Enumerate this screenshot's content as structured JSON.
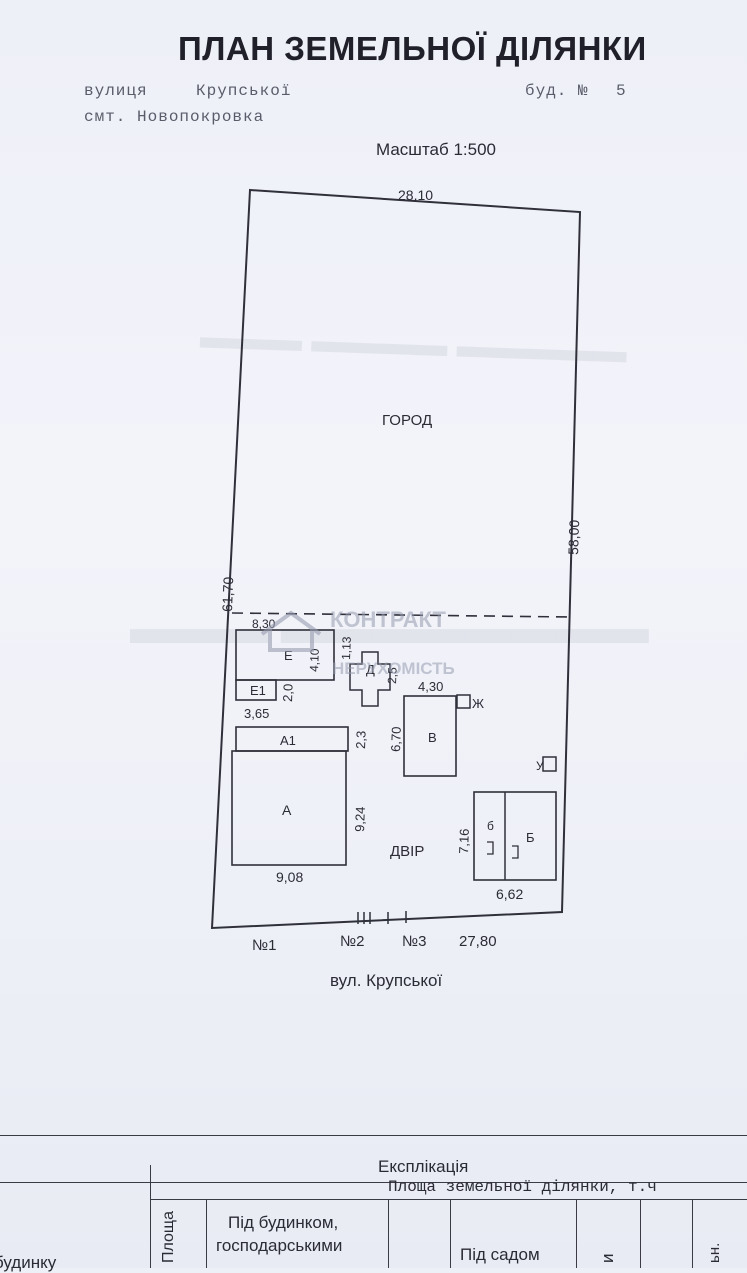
{
  "header": {
    "title": "ПЛАН ЗЕМЕЛЬНОЇ ДІЛЯНКИ",
    "street_label": "вулиця",
    "street_name": "Крупської",
    "house_label": "буд. №",
    "house_number": "5",
    "settlement": "смт. Новопокровка",
    "scale": "Масштаб 1:500"
  },
  "plan": {
    "dimensions": {
      "top": "28,10",
      "left": "61,70",
      "right": "58,00",
      "bottom": "27,80"
    },
    "areas": {
      "garden": "ГОРОД",
      "yard": "ДВІР"
    },
    "buildings": {
      "house_a": {
        "label": "А",
        "width": "9,08",
        "depth": "9,24"
      },
      "annex_a1": {
        "label": "А1",
        "depth": "2,3"
      },
      "shed_e": {
        "label": "Е",
        "width": "8,30",
        "depth": "4,10"
      },
      "annex_e1": {
        "label": "Е1",
        "width": "3,65",
        "depth": "2,0"
      },
      "building_d": {
        "label": "Д",
        "width": "1,13",
        "depth": "2,5"
      },
      "building_v": {
        "label": "В",
        "width": "4,30",
        "depth": "6,70"
      },
      "building_b": {
        "label": "Б",
        "label_small": "б",
        "width": "6,62",
        "depth": "7,16"
      },
      "toilet_zh": {
        "label": "Ж"
      },
      "u_mark": {
        "label": "У"
      }
    },
    "fence_numbers": [
      "№1",
      "№2",
      "№3"
    ],
    "street": "вул. Крупської"
  },
  "watermark": {
    "line1": "КОНТРАКТ",
    "line2": "НЕРУХОМІСТЬ"
  },
  "explication": {
    "title": "Експлікація",
    "subtitle": "Площа земельної ділянки, т.ч",
    "col_area": "Площа",
    "col_buildings_line1": "Під будинком,",
    "col_buildings_line2": "господарськими",
    "col_garden": "Під садом",
    "col_misc": "и",
    "col_last": "ьн.",
    "left_cell": "будинку"
  }
}
